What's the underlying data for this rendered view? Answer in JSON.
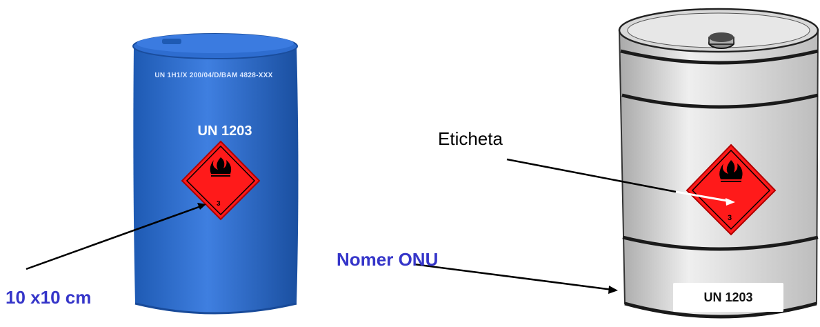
{
  "labels": {
    "size": "10 x10 cm",
    "un_number": "Nomer ONU",
    "label_caption": "Eticheta"
  },
  "blue_drum": {
    "code_line": "UN 1H1/X 200/04/D/BAM 4828-XXX",
    "un_number": "UN 1203",
    "hazard_class": "3",
    "color": "#2d6fcf"
  },
  "steel_drum": {
    "un_number": "UN 1203",
    "hazard_class": "3",
    "color": "#d4d4d4"
  },
  "colors": {
    "label_blue": "#3535c9",
    "hazard_red": "#ff1a1a",
    "arrow": "#000000"
  }
}
